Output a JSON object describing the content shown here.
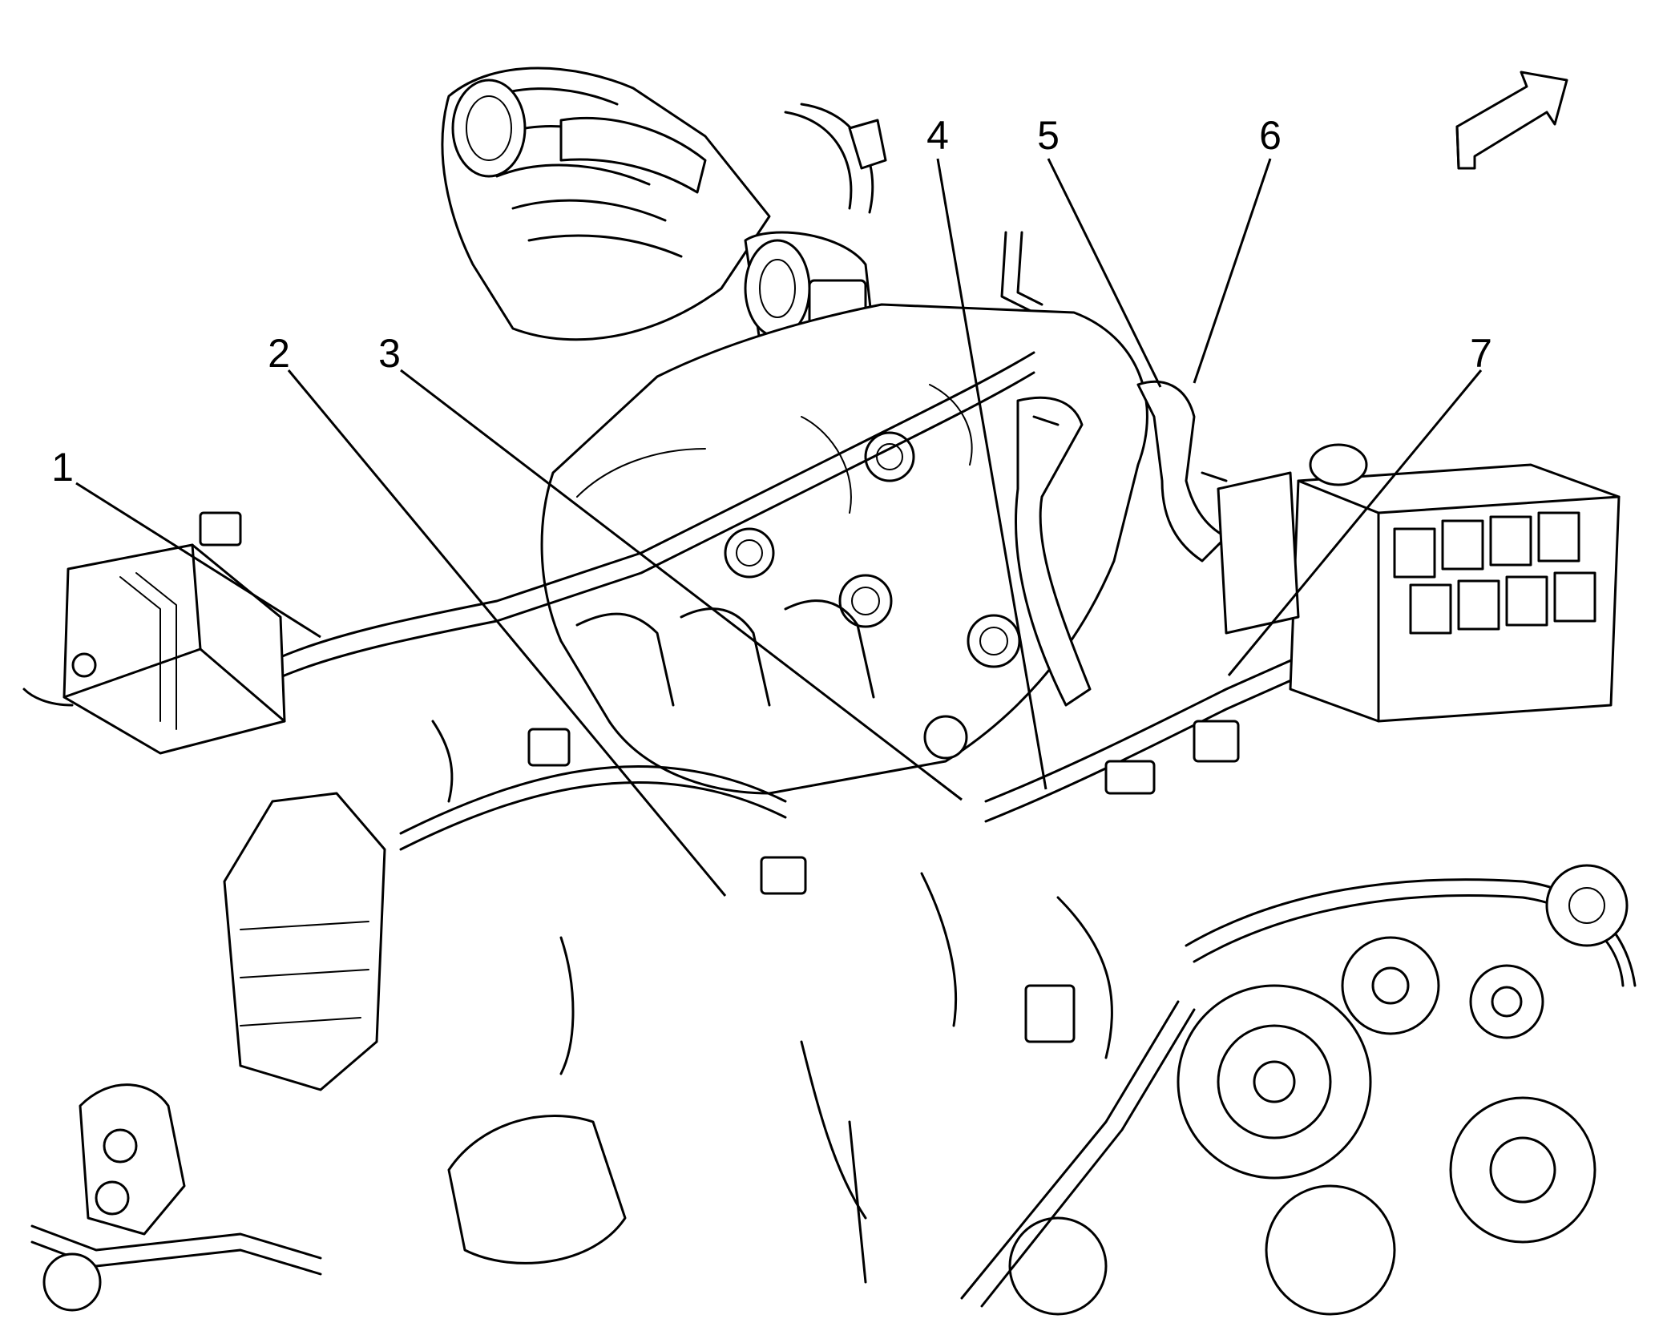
{
  "diagram": {
    "callouts": [
      {
        "id": "1",
        "label": "1"
      },
      {
        "id": "2",
        "label": "2"
      },
      {
        "id": "3",
        "label": "3"
      },
      {
        "id": "4",
        "label": "4"
      },
      {
        "id": "5",
        "label": "5"
      },
      {
        "id": "6",
        "label": "6"
      },
      {
        "id": "7",
        "label": "7"
      }
    ],
    "direction_arrow": "front-direction-arrow-icon"
  }
}
